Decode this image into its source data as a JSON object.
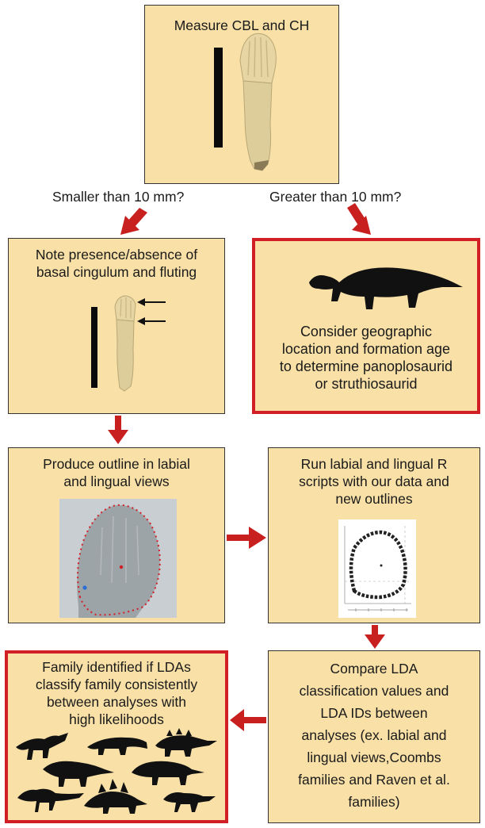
{
  "measure": {
    "title": "Measure CBL and CH"
  },
  "branches": {
    "left": "Smaller than 10 mm?",
    "right": "Greater than 10 mm?"
  },
  "cingulum": {
    "lines": [
      "Note presence/absence of",
      "basal cingulum and fluting"
    ]
  },
  "geographic": {
    "lines": [
      "Consider geographic",
      "location and formation age",
      "to determine panoplosaurid",
      "or struthiosaurid"
    ]
  },
  "outline": {
    "lines": [
      "Produce outline in labial",
      "and lingual views"
    ]
  },
  "rscripts": {
    "lines": [
      "Run labial and lingual R",
      "scripts with our data and",
      "new outlines"
    ]
  },
  "family": {
    "lines": [
      "Family identified if LDAs",
      "classify family consistently",
      "between analyses with",
      "high likelihoods"
    ]
  },
  "compare": {
    "lines": [
      "Compare LDA",
      "classification values and",
      "LDA IDs between",
      "analyses (ex. labial and",
      "lingual views,Coombs",
      "families and Raven et al.",
      "families)"
    ]
  },
  "colors": {
    "box_fill": "#f8e0a7",
    "arrow_red": "#c7201f",
    "highlight_border": "#d21f26",
    "silhouette": "#111111"
  }
}
